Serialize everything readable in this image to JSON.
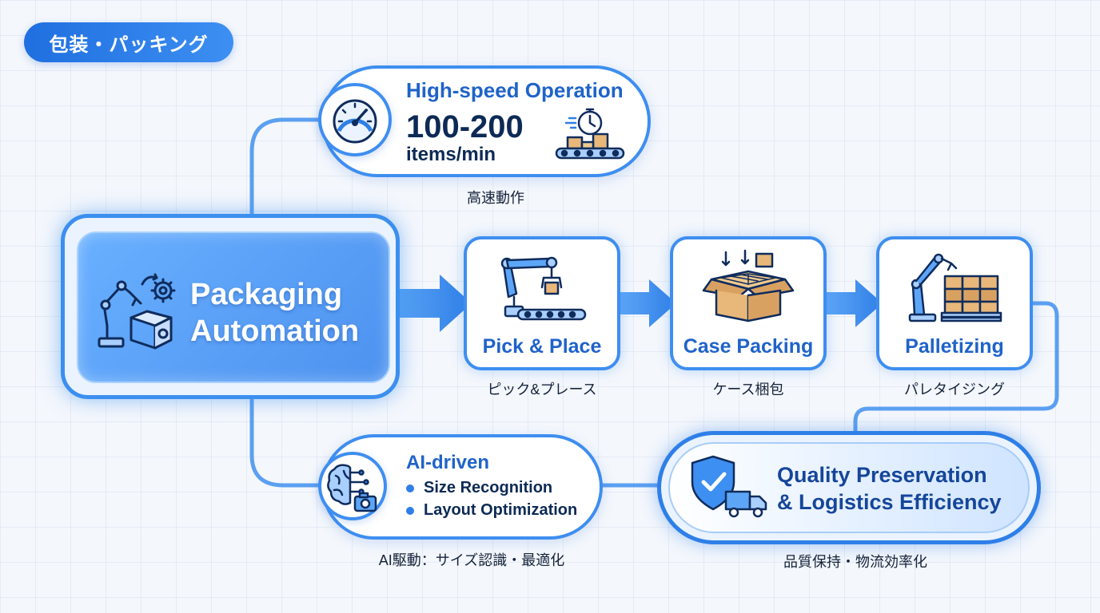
{
  "header": {
    "category_tag": "包装・パッキング"
  },
  "main_node": {
    "title_line1": "Packaging",
    "title_line2": "Automation",
    "icon": "robot-arm-box-gear-icon"
  },
  "speed": {
    "title": "High-speed Operation",
    "value": "100-200",
    "unit": "items/min",
    "caption": "高速動作",
    "icon": "speedometer-icon",
    "art": "stopwatch-conveyor-icon"
  },
  "steps": [
    {
      "label": "Pick & Place",
      "caption": "ピック&プレース",
      "icon": "robot-arm-pick-icon"
    },
    {
      "label": "Case Packing",
      "caption": "ケース梱包",
      "icon": "open-box-icon"
    },
    {
      "label": "Palletizing",
      "caption": "パレタイジング",
      "icon": "palletizing-robot-icon"
    }
  ],
  "ai": {
    "title": "AI-driven",
    "bullets": [
      "Size Recognition",
      "Layout Optimization"
    ],
    "caption": "AI駆動：サイズ認識・最適化",
    "icon": "brain-camera-icon"
  },
  "quality": {
    "title_line1": "Quality Preservation",
    "title_line2": "& Logistics Efficiency",
    "caption": "品質保持・物流効率化",
    "icon": "shield-check-truck-icon"
  },
  "colors": {
    "primary": "#3e8ef0",
    "dark_text": "#0c2a55",
    "accent_text": "#1f63c9"
  }
}
